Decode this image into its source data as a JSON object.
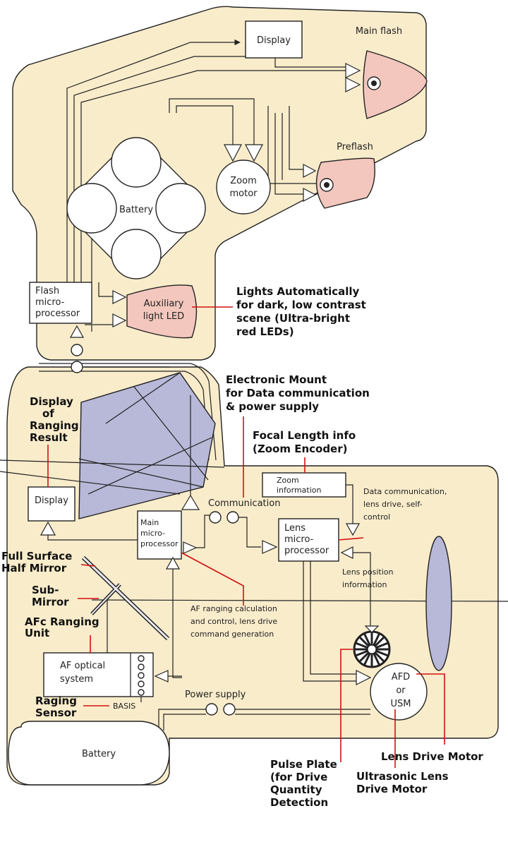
{
  "colors": {
    "body": "#f9eccb",
    "flash": "#f3c7bd",
    "prism": "#b8b8d8",
    "annotation_line": "#d21010"
  },
  "components": {
    "display_top": "Display",
    "main_flash": "Main flash",
    "preflash": "Preflash",
    "zoom_motor": [
      "Zoom",
      "motor"
    ],
    "battery_top": "Battery",
    "flash_microprocessor": [
      "Flash",
      "micro-",
      "processor"
    ],
    "auxiliary_led": [
      "Auxiliary",
      "light LED"
    ],
    "display_left": "Display",
    "zoom_information": [
      "Zoom",
      "information"
    ],
    "communication": "Communication",
    "data_communication": [
      "Data communication,",
      "lens drive, self-",
      "control"
    ],
    "main_microprocessor": [
      "Main",
      "micro-",
      "processor"
    ],
    "lens_microprocessor": [
      "Lens",
      "micro-",
      "processor"
    ],
    "lens_position": [
      "Lens position",
      "information"
    ],
    "af_ranging_calc": [
      "AF ranging calculation",
      "and control, lens drive",
      "command generation"
    ],
    "af_optical_system": [
      "AF optical",
      "system"
    ],
    "afd_usm": [
      "AFD",
      "or",
      "USM"
    ],
    "power_supply": "Power supply",
    "basis": "BASIS",
    "battery_bottom": "Battery"
  },
  "annotations": {
    "lights_auto": [
      "Lights Automatically",
      "for dark, low contrast",
      "scene (Ultra-bright",
      "red LEDs)"
    ],
    "electronic_mount": [
      "Electronic Mount",
      "for Data communication",
      "& power supply"
    ],
    "focal_length": [
      "Focal Length info",
      "(Zoom Encoder)"
    ],
    "display_ranging": [
      "Display",
      "of",
      "Ranging",
      "Result"
    ],
    "full_surface": [
      "Full Surface",
      "Half Mirror"
    ],
    "sub_mirror": [
      "Sub-",
      "Mirror"
    ],
    "afc_ranging": [
      "AFc Ranging",
      "Unit"
    ],
    "raging_sensor": [
      "Raging",
      "Sensor"
    ],
    "pulse_plate": [
      "Pulse Plate",
      "(for Drive",
      "Quantity",
      "Detection"
    ],
    "ultrasonic": [
      "Ultrasonic Lens",
      "Drive Motor"
    ],
    "lens_drive_motor": "Lens Drive Motor"
  }
}
